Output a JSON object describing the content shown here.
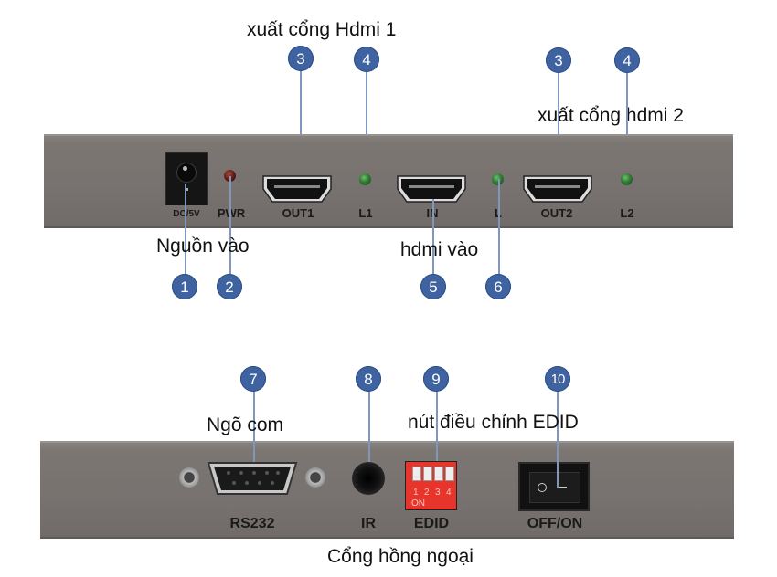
{
  "title": "HDMI splitter 1x2 front and rear panel diagram",
  "captions": {
    "out1": "xuất cổng Hdmi 1",
    "out2": "xuất cổng hdmi 2",
    "power": "Nguồn vào",
    "hdmi_in": "hdmi vào",
    "com": "Ngõ com",
    "edid": "nút điều chỉnh EDID",
    "ir": "Cổng hồng ngoại"
  },
  "badges": {
    "b1": "1",
    "b2": "2",
    "b3a": "3",
    "b4a": "4",
    "b3b": "3",
    "b4b": "4",
    "b5": "5",
    "b6": "6",
    "b7": "7",
    "b8": "8",
    "b9": "9",
    "b10": "10"
  },
  "front_panel": {
    "labels": {
      "dc": "DC/5V",
      "pwr": "PWR",
      "out1": "OUT1",
      "l1": "L1",
      "in": "IN",
      "l": "L",
      "out2": "OUT2",
      "l2": "L2"
    }
  },
  "rear_panel": {
    "labels": {
      "rs232": "RS232",
      "ir": "IR",
      "edid": "EDID",
      "power_switch": "OFF/ON"
    },
    "dip_switch": {
      "numbers": [
        "1",
        "2",
        "3",
        "4"
      ],
      "on_label": "ON"
    },
    "rocker_off_symbol": "O"
  },
  "colors": {
    "badge": "#3f62a0",
    "leader": "#7f97bf",
    "panel": "#7a7471",
    "dip_red": "#e8352b",
    "led_green": "#2f7a32",
    "led_red": "#5a1a14"
  }
}
